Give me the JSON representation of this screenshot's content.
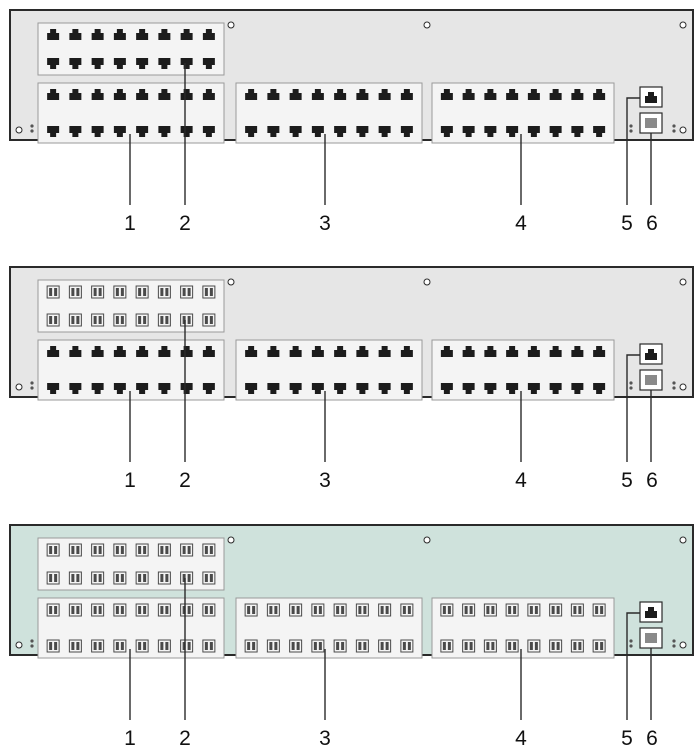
{
  "panels": [
    {
      "name": "panel-rj45",
      "port_style": "rj45",
      "fill": "#e6e6e6",
      "callouts": [
        "1",
        "2",
        "3",
        "4",
        "5",
        "6"
      ]
    },
    {
      "name": "panel-sfp-top",
      "port_style": "sfp-top",
      "fill": "#e6e6e6",
      "callouts": [
        "1",
        "2",
        "3",
        "4",
        "5",
        "6"
      ]
    },
    {
      "name": "panel-sfp-all",
      "port_style": "sfp-all",
      "fill": "#cfe2dc",
      "callouts": [
        "1",
        "2",
        "3",
        "4",
        "5",
        "6"
      ]
    }
  ],
  "colors": {
    "outline": "#2a2a2a",
    "port": "#1c1c1c",
    "sfp": "#4a4a4a",
    "block_fill": "#f4f4f4",
    "label": "#111111"
  }
}
